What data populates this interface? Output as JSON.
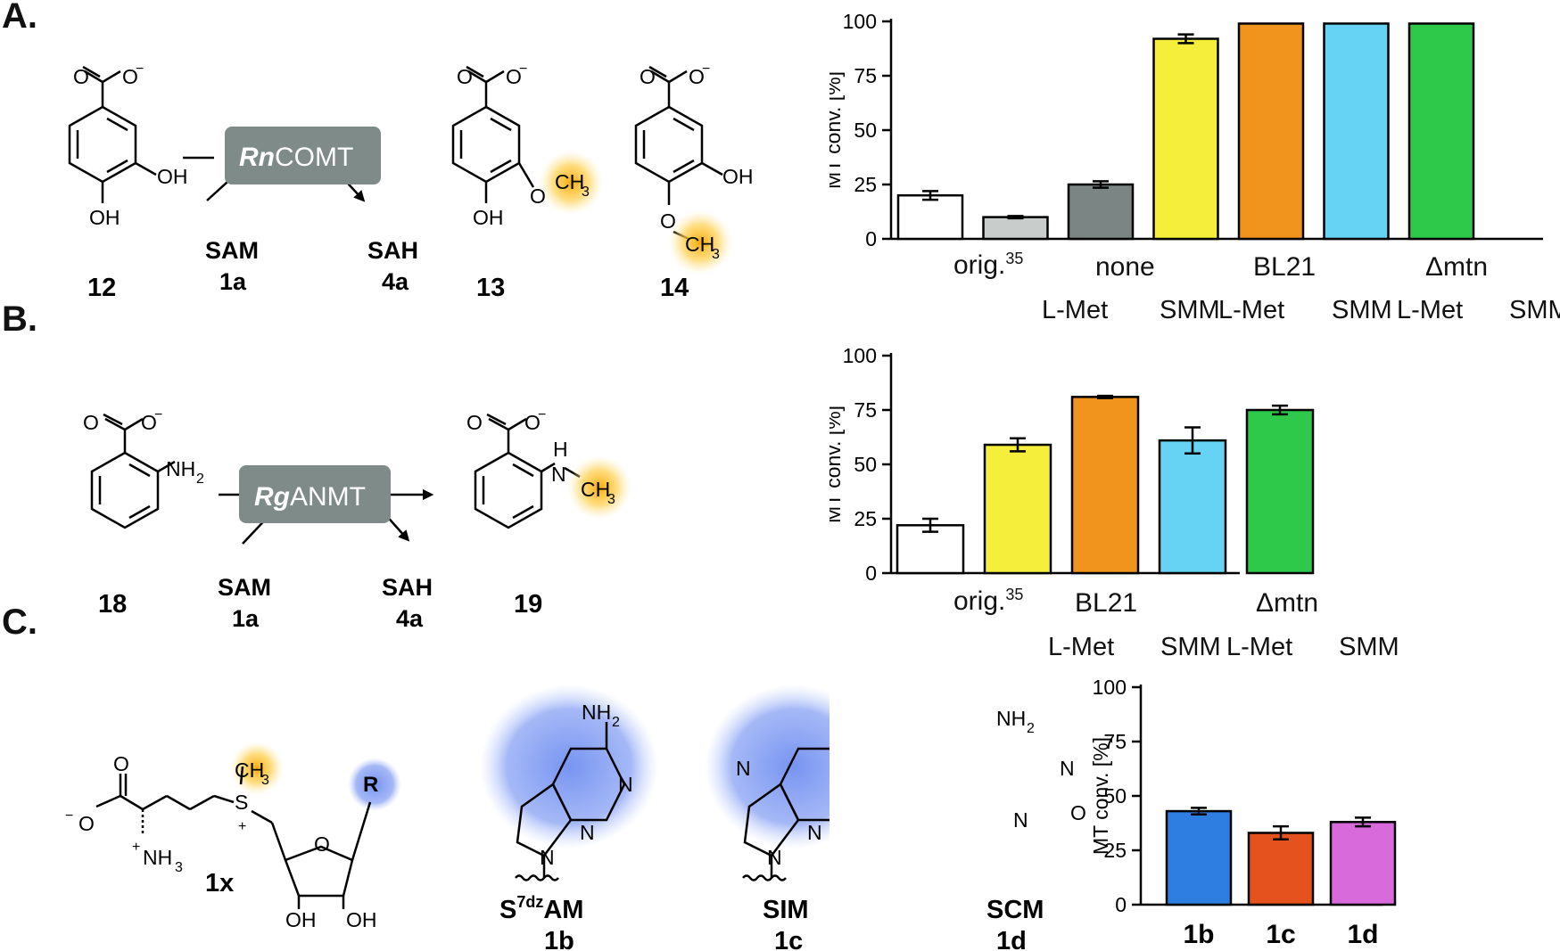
{
  "panels": {
    "A": {
      "label": "A.",
      "enzyme_prefix": "Rn",
      "enzyme_suffix": "COMT",
      "cofactor": {
        "sam": "SAM",
        "sam_id": "1a",
        "sah": "SAH",
        "sah_id": "4a"
      },
      "compounds": {
        "substrate": "12",
        "product1": "13",
        "product2": "14"
      },
      "groups": {
        "g1": "orig.",
        "g1_sup": "35",
        "g2": "none",
        "g3": "BL21",
        "g4": "Δmtn",
        "s_lmet": "L-Met",
        "s_smm": "SMM"
      }
    },
    "B": {
      "label": "B.",
      "enzyme_prefix": "Rg",
      "enzyme_suffix": "ANMT",
      "cofactor": {
        "sam": "SAM",
        "sam_id": "1a",
        "sah": "SAH",
        "sah_id": "4a"
      },
      "compounds": {
        "substrate": "18",
        "product": "19"
      },
      "groups": {
        "g1": "orig.",
        "g1_sup": "35",
        "g2": "BL21",
        "g3": "Δmtn",
        "s_lmet": "L-Met",
        "s_smm": "SMM"
      }
    },
    "C": {
      "label": "C.",
      "compounds": {
        "x": "1x",
        "b_name_pre": "S",
        "b_name_sup": "7dz",
        "b_name_post": "AM",
        "b_id": "1b",
        "c_name": "SIM",
        "c_id": "1c",
        "d_name": "SCM",
        "d_id": "1d",
        "r_group": "R"
      }
    }
  },
  "chem_text": {
    "O": "O",
    "Ominus": "O",
    "minus": "−",
    "OH": "OH",
    "NH2": "NH",
    "CH3": "CH",
    "sub3": "3",
    "sub2": "2",
    "N": "N",
    "NH": "NH",
    "H": "H",
    "NH3": "NH",
    "S": "S",
    "plus": "+"
  },
  "chart_data": [
    {
      "type": "bar",
      "ylabel": "MT conv. [%]",
      "ylim": [
        0,
        100
      ],
      "yticks": [
        0,
        25,
        50,
        75,
        100
      ],
      "categories": [
        "orig.35",
        "none L-Met",
        "none SMM",
        "BL21 L-Met",
        "BL21 SMM",
        "Δmtn L-Met",
        "Δmtn SMM"
      ],
      "values": [
        20,
        10,
        25,
        92,
        99,
        99,
        99
      ],
      "errors": [
        2,
        0.5,
        1.5,
        2,
        0,
        0,
        0
      ],
      "colors": [
        "#ffffff",
        "#c8ccca",
        "#7b8583",
        "#f5ef3c",
        "#f0941e",
        "#66d3f5",
        "#2ec84a"
      ]
    },
    {
      "type": "bar",
      "ylabel": "MT conv. [%]",
      "ylim": [
        0,
        100
      ],
      "yticks": [
        0,
        25,
        50,
        75,
        100
      ],
      "categories": [
        "orig.35",
        "BL21 L-Met",
        "BL21 SMM",
        "Δmtn L-Met",
        "Δmtn SMM"
      ],
      "values": [
        22,
        59,
        81,
        61,
        75
      ],
      "errors": [
        3,
        3,
        0.5,
        6,
        2
      ],
      "colors": [
        "#ffffff",
        "#f5ef3c",
        "#f0941e",
        "#66d3f5",
        "#2ec84a"
      ]
    },
    {
      "type": "bar",
      "ylabel": "MT conv. [%]",
      "ylim": [
        0,
        100
      ],
      "yticks": [
        0,
        25,
        50,
        75,
        100
      ],
      "categories": [
        "1b",
        "1c",
        "1d"
      ],
      "values": [
        43,
        33,
        38
      ],
      "errors": [
        1.5,
        3,
        2
      ],
      "colors": [
        "#2e7de0",
        "#e6521e",
        "#d86adc"
      ]
    }
  ]
}
